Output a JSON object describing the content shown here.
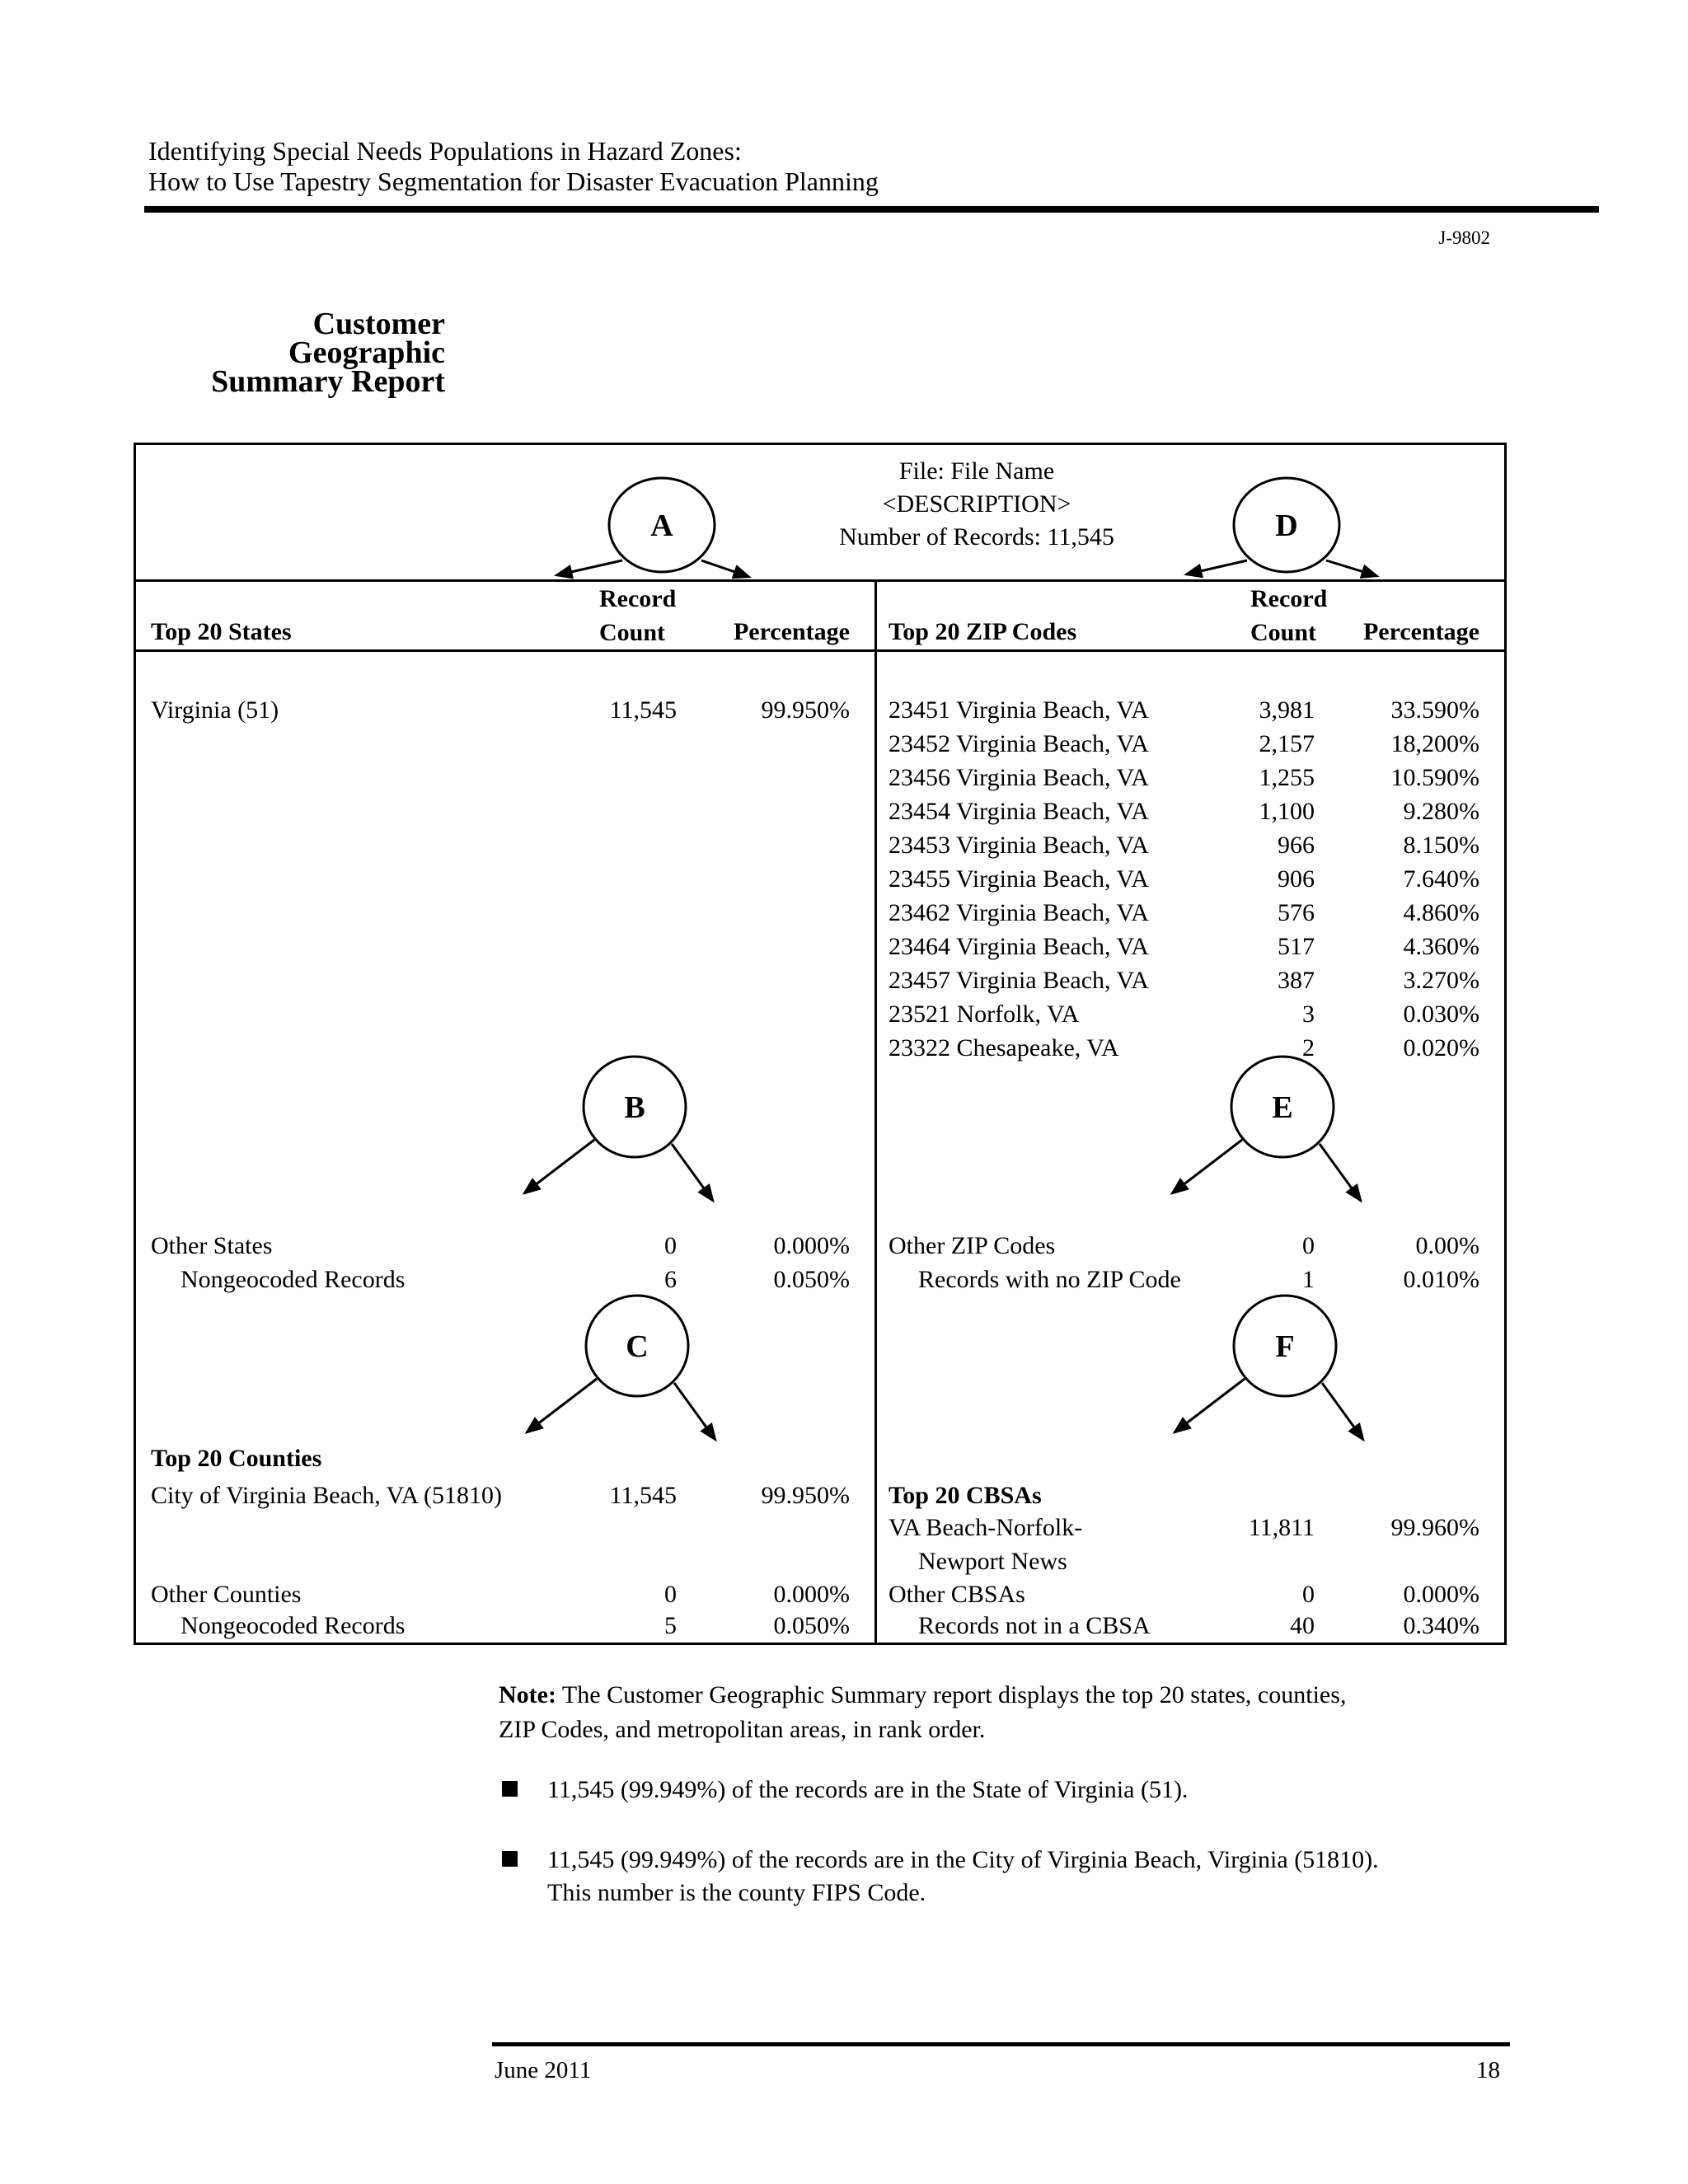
{
  "page": {
    "header_line1": "Identifying Special Needs Populations in Hazard Zones:",
    "header_line2": "How to Use Tapestry Segmentation for Disaster Evacuation Planning",
    "doc_code": "J-9802",
    "title_line1": "Customer",
    "title_line2": "Geographic",
    "title_line3": "Summary Report",
    "footer_date": "June 2011",
    "footer_page": "18"
  },
  "report": {
    "file_line": "File: File Name",
    "description_line": "<DESCRIPTION>",
    "records_line": "Number of Records: 11,545",
    "nodes": {
      "a": "A",
      "b": "B",
      "c": "C",
      "d": "D",
      "e": "E",
      "f": "F"
    },
    "left": {
      "header": {
        "label": "Top 20 States",
        "record": "Record",
        "count": "Count",
        "percentage": "Percentage"
      },
      "state_row": {
        "label": "Virginia (51)",
        "count": "11,545",
        "pct": "99.950%"
      },
      "other_rows": [
        {
          "label": "Other States",
          "count": "0",
          "pct": "0.000%"
        },
        {
          "label": "Nongeocoded Records",
          "count": "6",
          "pct": "0.050%"
        }
      ],
      "counties_heading": "Top 20 Counties",
      "county_row": {
        "label": "City of Virginia Beach, VA (51810)",
        "count": "11,545",
        "pct": "99.950%"
      },
      "county_other_rows": [
        {
          "label": "Other Counties",
          "count": "0",
          "pct": "0.000%"
        },
        {
          "label": "Nongeocoded Records",
          "count": "5",
          "pct": "0.050%"
        }
      ]
    },
    "right": {
      "header": {
        "label": "Top 20 ZIP Codes",
        "record": "Record",
        "count": "Count",
        "percentage": "Percentage"
      },
      "zip_rows": [
        {
          "label": "23451 Virginia Beach, VA",
          "count": "3,981",
          "pct": "33.590%"
        },
        {
          "label": "23452 Virginia Beach, VA",
          "count": "2,157",
          "pct": "18,200%"
        },
        {
          "label": "23456 Virginia Beach, VA",
          "count": "1,255",
          "pct": "10.590%"
        },
        {
          "label": "23454 Virginia Beach, VA",
          "count": "1,100",
          "pct": "9.280%"
        },
        {
          "label": "23453 Virginia Beach, VA",
          "count": "966",
          "pct": "8.150%"
        },
        {
          "label": "23455 Virginia Beach, VA",
          "count": "906",
          "pct": "7.640%"
        },
        {
          "label": "23462 Virginia Beach, VA",
          "count": "576",
          "pct": "4.860%"
        },
        {
          "label": "23464 Virginia Beach, VA",
          "count": "517",
          "pct": "4.360%"
        },
        {
          "label": "23457 Virginia Beach, VA",
          "count": "387",
          "pct": "3.270%"
        },
        {
          "label": "23521 Norfolk, VA",
          "count": "3",
          "pct": "0.030%"
        },
        {
          "label": "23322 Chesapeake, VA",
          "count": "2",
          "pct": "0.020%"
        }
      ],
      "other_rows": [
        {
          "label": "Other ZIP Codes",
          "count": "0",
          "pct": "0.00%"
        },
        {
          "label": "Records with no ZIP Code",
          "count": "1",
          "pct": "0.010%"
        }
      ],
      "cbsa_heading": "Top 20 CBSAs",
      "cbsa_row": {
        "label_line1": "VA Beach-Norfolk-",
        "label_line2": "Newport News",
        "count": "11,811",
        "pct": "99.960%"
      },
      "cbsa_other_rows": [
        {
          "label": "Other CBSAs",
          "count": "0",
          "pct": "0.000%"
        },
        {
          "label": "Records not in a CBSA",
          "count": "40",
          "pct": "0.340%"
        }
      ]
    }
  },
  "note": {
    "label": "Note:",
    "line1": " The Customer Geographic Summary report displays the top 20 states, counties,",
    "line2": "ZIP Codes, and metropolitan areas, in rank order."
  },
  "bullets": [
    {
      "line1": "11,545 (99.949%) of the records are in the State of Virginia (51).",
      "line2": ""
    },
    {
      "line1": "11,545 (99.949%) of the records are in the City of Virginia Beach, Virginia (51810).",
      "line2": "This number is the county FIPS Code."
    }
  ]
}
